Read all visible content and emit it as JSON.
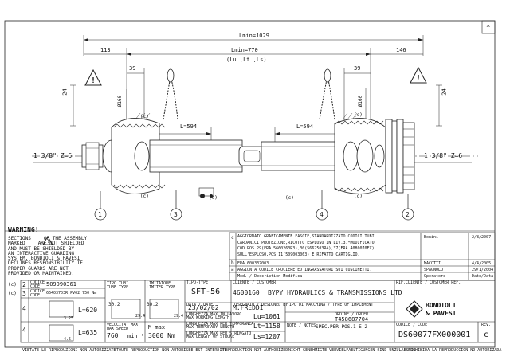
{
  "drawing": {
    "dims": {
      "overall": "Lmin=1029",
      "inner": "Lmin=770",
      "inner_sub": "(Lu ,Lt ,Ls)",
      "left_end": "113",
      "right_end": "146",
      "left_offset": "39",
      "right_offset": "39",
      "dia_left": "Ø160",
      "dia_right": "Ø160",
      "overlap_left": "L=594",
      "overlap_right": "L=594",
      "shaft_left": "1 3/8\" Z=6",
      "shaft_right": "1 3/8\" Z=6",
      "clearance_left": "24",
      "clearance_right": "24",
      "c_marks": [
        "(c)",
        "(c)",
        "(c)",
        "(c)",
        "(c)",
        "(c)"
      ]
    },
    "balloons": [
      "1",
      "3",
      "4",
      "2"
    ],
    "corner_mark": "*"
  },
  "warning": {
    "title": "WARNING!",
    "text_lines": [
      "SECTIONS",
      "OF THE ASSEMBLY",
      "MARKED",
      "ARE NOT SHIELDED",
      "AND MUST BE SHIELDED BY",
      "AN INTERACTIVE GUARDING",
      "SYSTEM. BONDIOLI & PAVESI",
      "DECLINES RESPONSIBILITY IF",
      "PROPER GUARDS ARE NOT",
      "PROVIDED OR MAINTAINED."
    ]
  },
  "revisions": [
    {
      "letter": "c",
      "lines": [
        "AGGIORNATO GRAFICAMENTE FASCIE,STANDARDIZZATO CODICI TUBI",
        "CARDANICI PROTEZIONE,RICOTTO ESPLOSO IN LIV.3.*MODIFICATO",
        "COD.POS.29(ERA 5660263R3),30(5662503R4),37(ERA 4080070FX)",
        "SULL'ESPLOSO,POS.11(509003063) E RIFATTO CARTIGLIO."
      ],
      "author": "Bonini",
      "date": "2/8/2007"
    },
    {
      "letter": "b",
      "lines": [
        "ERA 600337003."
      ],
      "author": "MACOTTI",
      "date": "4/4/2005"
    },
    {
      "letter": "a",
      "lines": [
        "AGGIUNTA CODICE CROCIERE ED INGRASSATORI SUI CUSCINETTI."
      ],
      "author": "SPAGNOLO",
      "date": "29/1/2004"
    }
  ],
  "revision_header": {
    "mod": "Mod. / Description Modifica",
    "operator": "Operatore",
    "date": "Date/Data"
  },
  "left_labels": [
    "(c)",
    "(c)"
  ],
  "title_block": {
    "rows": [
      {
        "num": "2",
        "code_label": "CODICE\nCODE",
        "code": "509090361"
      },
      {
        "num": "3",
        "code_label": "CODICE\nCODE",
        "code": "66403703R PV02 750 Nm"
      },
      {
        "num": "4",
        "code_label": "",
        "code": ""
      }
    ],
    "row3_L": "L=620",
    "row4_L": "L=635",
    "tube_size_1": "30.2",
    "tube_size_2": "30.2",
    "tube_size_3": "29.4",
    "tube_size_4": "29.4",
    "tube_size_5": "3.25",
    "tube_size_6": "4.5",
    "limiter_type_label": "TIPO TUBI\nTUBE TYPE",
    "limiter_torque_label": "LIMITATORE\nLIMITER TYPE",
    "speed_label": "VELOCITA' MAX\nMAX SPEED",
    "speed_value": "760",
    "speed_unit": "min⁻¹",
    "torque_label": "M max",
    "torque_value": "3000 Nm",
    "type_label": "TIPO-TYPE",
    "type_value": "SFT-56",
    "date_label": "DATA / DATE",
    "date_value": "23/02/02",
    "designer_label": "DISEGNATO / DESIGNED BY",
    "designer_value": "M.FREDDI",
    "client_label": "CLIENTE / CUSTOMER",
    "client_code": "4600160",
    "client_name": "BYPY HYDRAULICS & TRANSMISSIONS LTD",
    "ref_label": "RIF.CLIENTE / CUSTOMER REF.",
    "lu_label": "LUNGHEZZA MAX IN LAVORO\nMAX WORKING LENGTH",
    "lu_value": "Lu=1061",
    "lt_label": "LUNGHEZZA MAX PER TEMPORANEA\nMAX TEMPORARY LENGTH",
    "lt_value": "Lt=1158",
    "ls_label": "LUNGHEZZA MAX PER STRINGATO\nMAX LENGTH OF STROKE",
    "ls_value": "Ls=1207",
    "machine_label": "TIPO DI MACCHINA / TYPE OF IMPLEMENT",
    "order_label": "ORDINE / ORDER",
    "order_value": "T458687704",
    "notes_label": "NOTE / NOTES",
    "notes_value": "SPEC.PER POS.1 E 2",
    "company_line1": "BONDIOLI",
    "company_line2": "& PAVESI",
    "code_label": "CODICE / CODE",
    "drawing_code": "DS60077FX000001",
    "rev_label": "REV.",
    "rev_value": "c"
  },
  "footer": {
    "items": [
      "VIETATE LE RIPRODUZIONI NON AUTORIZZATE",
      "TOUTE REPRODUCTION NON AUTORISEE EST INTERDITE",
      "REPRODUCTION NOT AUTHORIZED",
      "NICHT GENEHMIGTE VERVIELFAELTIGUNGEN SIND UNZULAESSIG",
      "PROHIBIDA LA REPRODUCCION NO AUTORIZADA"
    ]
  }
}
